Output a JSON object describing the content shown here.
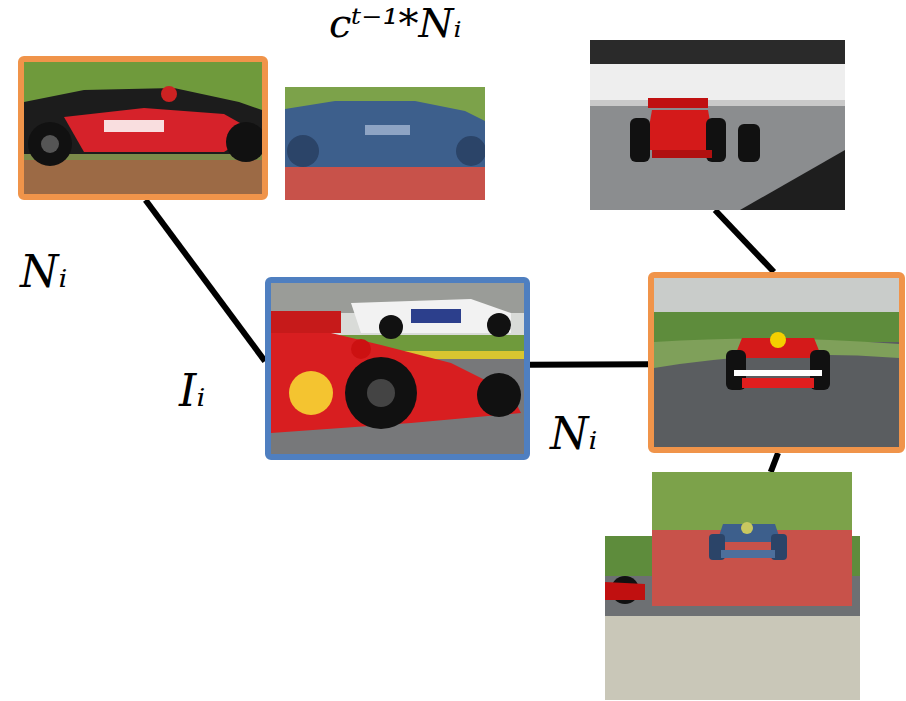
{
  "diagram": {
    "nodes": [
      {
        "text": []
      },
      {
        "text": [
          "cᵗ⁻¹*Nᵢ"
        ]
      },
      {
        "text": [
          "Iᵢ"
        ]
      },
      {
        "text": []
      },
      {
        "text": []
      },
      {
        "text": []
      }
    ],
    "edges": [
      {
        "from": 0,
        "to": 2,
        "arrow": "none",
        "label": "Nᵢ"
      },
      {
        "from": 2,
        "to": 4,
        "arrow": "none",
        "label": "Nᵢ"
      },
      {
        "from": 3,
        "to": 4,
        "arrow": "none"
      },
      {
        "from": 4,
        "to": 5,
        "arrow": "none"
      }
    ]
  }
}
